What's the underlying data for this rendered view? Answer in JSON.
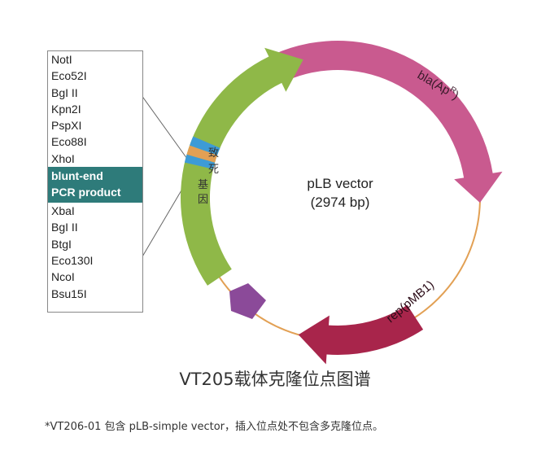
{
  "sites": [
    "NotI",
    "Eco52I",
    "BgI II",
    "Kpn2I",
    "PspXI",
    "Eco88I",
    "XhoI"
  ],
  "blunt": [
    "blunt-end",
    "PCR product"
  ],
  "sites2": [
    "XbaI",
    "BgI II",
    "BtgI",
    "Eco130I",
    "NcoI",
    "Bsu15I"
  ],
  "vector": {
    "name": "pLB vector",
    "size": "(2974 bp)"
  },
  "features": {
    "bla": "bla(Ap",
    "bla_sup": "R",
    "bla_close": ")",
    "rep": "rep(pMB1)"
  },
  "lethal_gene_chars": [
    "致",
    "死",
    "基",
    "因"
  ],
  "caption": "VT205载体克隆位点图谱",
  "note": "*VT206-01 包含 pLB-simple vector，插入位点处不包含多克隆位点。",
  "colors": {
    "bla": "#c95a8f",
    "rep": "#a8254b",
    "lethal": "#8fb848",
    "mcs": "#8b4a99",
    "backbone": "#e2a054",
    "blunt": "#2e7b7a",
    "site_band": "#3d9bd6"
  }
}
